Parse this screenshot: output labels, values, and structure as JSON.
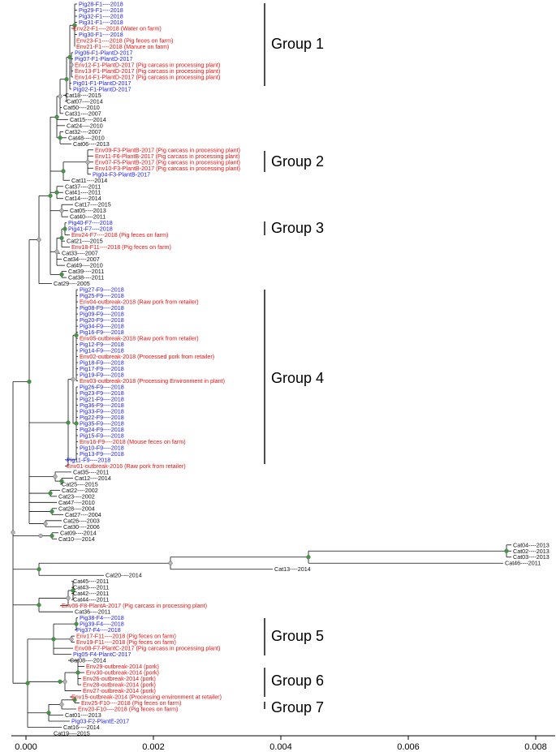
{
  "colors": {
    "blue": "#1a1aff",
    "red": "#ee1111",
    "black": "#111111",
    "node_green": "#3f9a3f",
    "node_gray": "#b4b4b4"
  },
  "leaves": [
    {
      "label": "Pig28-F1----2018",
      "color": "blue"
    },
    {
      "label": "Pig29-F1----2018",
      "color": "blue"
    },
    {
      "label": "Pig32-F1----2018",
      "color": "blue"
    },
    {
      "label": "Pig31-F1----2018",
      "color": "blue"
    },
    {
      "label": "Env22-F1----2018 (Water on farm)",
      "color": "red"
    },
    {
      "label": "Pig30-F1----2018",
      "color": "blue"
    },
    {
      "label": "Env23-F1----2018 (Pig feces on farm)",
      "color": "red"
    },
    {
      "label": "Env21-F1----2018 (Manure on farm)",
      "color": "red"
    },
    {
      "label": "Pig06-F1-PlantD-2017",
      "color": "blue"
    },
    {
      "label": "Pig07-F1-PlantD-2017",
      "color": "blue"
    },
    {
      "label": "Env12-F1-PlantD-2017 (Pig carcass in processing plant)",
      "color": "red"
    },
    {
      "label": "Env13-F1-PlantD-2017 (Pig carcass in processing plant)",
      "color": "red"
    },
    {
      "label": "Env14-F1-PlantD-2017 (Pig carcass in processing plant)",
      "color": "red"
    },
    {
      "label": "Pig01-F1-PlantD-2017",
      "color": "blue"
    },
    {
      "label": "Pig02-F1-PlantD-2017",
      "color": "blue"
    },
    {
      "label": "Cat18----2015",
      "color": "black"
    },
    {
      "label": "Cat07----2014",
      "color": "black"
    },
    {
      "label": "Cat50----2010",
      "color": "black"
    },
    {
      "label": "Cat31----2007",
      "color": "black"
    },
    {
      "label": "Cat15----2014",
      "color": "black"
    },
    {
      "label": "Cat24----2010",
      "color": "black"
    },
    {
      "label": "Cat32----2007",
      "color": "black"
    },
    {
      "label": "Cat48----2010",
      "color": "black"
    },
    {
      "label": "Cat06----2013",
      "color": "black"
    },
    {
      "label": "Env09-F3-PlantB-2017 (Pig carcass in processing plant)",
      "color": "red"
    },
    {
      "label": "Env11-F6-PlantB-2017 (Pig carcass in processing plant)",
      "color": "red"
    },
    {
      "label": "Env07-F5-PlantB-2017 (Pig carcass in processing plant)",
      "color": "red"
    },
    {
      "label": "Env10-F3-PlantB-2017 (Pig carcass in processing plant)",
      "color": "red"
    },
    {
      "label": "Pig04-F3-PlantB-2017",
      "color": "blue"
    },
    {
      "label": "Cat11----2014",
      "color": "black"
    },
    {
      "label": "Cat37----2011",
      "color": "black"
    },
    {
      "label": "Cat41----2011",
      "color": "black"
    },
    {
      "label": "Cat14----2014",
      "color": "black"
    },
    {
      "label": "Cat17----2015",
      "color": "black"
    },
    {
      "label": "Cat05----2013",
      "color": "black"
    },
    {
      "label": "Cat40----2011",
      "color": "black"
    },
    {
      "label": "Pig40-F7----2018",
      "color": "blue"
    },
    {
      "label": "Pig41-F7----2018",
      "color": "blue"
    },
    {
      "label": "Env24-F7----2018 (Pig feces on farm)",
      "color": "red"
    },
    {
      "label": "Cat21----2015",
      "color": "black"
    },
    {
      "label": "Env18-F11----2018 (Pig feces on farm)",
      "color": "red"
    },
    {
      "label": "Cat33----2007",
      "color": "black"
    },
    {
      "label": "Cat34----2007",
      "color": "black"
    },
    {
      "label": "Cat49----2010",
      "color": "black"
    },
    {
      "label": "Cat39----2011",
      "color": "black"
    },
    {
      "label": "Cat38----2011",
      "color": "black"
    },
    {
      "label": "Cat29----2005",
      "color": "black"
    },
    {
      "label": "Pig27-F9----2018",
      "color": "blue"
    },
    {
      "label": "Pig25-F9----2018",
      "color": "blue"
    },
    {
      "label": "Env04-outbreak-2018 (Raw pork from retailer)",
      "color": "red"
    },
    {
      "label": "Pig08-F9----2018",
      "color": "blue"
    },
    {
      "label": "Pig09-F9----2018",
      "color": "blue"
    },
    {
      "label": "Pig20-F9----2018",
      "color": "blue"
    },
    {
      "label": "Pig34-F9----2018",
      "color": "blue"
    },
    {
      "label": "Pig16-F9----2018",
      "color": "blue"
    },
    {
      "label": "Env05-outbreak-2018 (Raw pork from retailer)",
      "color": "red"
    },
    {
      "label": "Pig12-F9----2018",
      "color": "blue"
    },
    {
      "label": "Pig14-F9----2018",
      "color": "blue"
    },
    {
      "label": "Env02-outbreak-2018 (Processed pork from retailer)",
      "color": "red"
    },
    {
      "label": "Pig18-F9----2018",
      "color": "blue"
    },
    {
      "label": "Pig17-F9----2018",
      "color": "blue"
    },
    {
      "label": "Pig19-F9----2018",
      "color": "blue"
    },
    {
      "label": "Env03-outbreak-2018 (Processing Environment in plant)",
      "color": "red"
    },
    {
      "label": "Pig26-F9----2018",
      "color": "blue"
    },
    {
      "label": "Pig23-F9----2018",
      "color": "blue"
    },
    {
      "label": "Pig21-F9----2018",
      "color": "blue"
    },
    {
      "label": "Pig36-F9----2018",
      "color": "blue"
    },
    {
      "label": "Pig33-F9----2018",
      "color": "blue"
    },
    {
      "label": "Pig22-F9----2018",
      "color": "blue"
    },
    {
      "label": "Pig35-F9----2018",
      "color": "blue"
    },
    {
      "label": "Pig24-F9----2018",
      "color": "blue"
    },
    {
      "label": "Pig15-F9----2018",
      "color": "blue"
    },
    {
      "label": "Env16-F9----2018 (Mouse feces on farm)",
      "color": "red"
    },
    {
      "label": "Pig10-F9----2018",
      "color": "blue"
    },
    {
      "label": "Pig13-F9----2018",
      "color": "blue"
    },
    {
      "label": "Pig11-F9----2018",
      "color": "blue"
    },
    {
      "label": "Env01-outbreak-2016 (Raw pork from retailer)",
      "color": "red"
    },
    {
      "label": "Cat35----2011",
      "color": "black"
    },
    {
      "label": "Cat12----2014",
      "color": "black"
    },
    {
      "label": "Cat25----2015",
      "color": "black"
    },
    {
      "label": "Cat22----2002",
      "color": "black"
    },
    {
      "label": "Cat23----2002",
      "color": "black"
    },
    {
      "label": "Cat47----2010",
      "color": "black"
    },
    {
      "label": "Cat28----2004",
      "color": "black"
    },
    {
      "label": "Cat27----2004",
      "color": "black"
    },
    {
      "label": "Cat26----2003",
      "color": "black"
    },
    {
      "label": "Cat30----2006",
      "color": "black"
    },
    {
      "label": "Cat09----2014",
      "color": "black"
    },
    {
      "label": "Cat10----2014",
      "color": "black"
    },
    {
      "label": "Cat04----2013",
      "color": "black"
    },
    {
      "label": "Cat02----2013",
      "color": "black"
    },
    {
      "label": "Cat03----2013",
      "color": "black"
    },
    {
      "label": "Cat46----2011",
      "color": "black"
    },
    {
      "label": "Cat13----2014",
      "color": "black"
    },
    {
      "label": "Cat20----2014",
      "color": "black"
    },
    {
      "label": "Cat45----2011",
      "color": "black"
    },
    {
      "label": "Cat43----2011",
      "color": "black"
    },
    {
      "label": "Cat42----2011",
      "color": "black"
    },
    {
      "label": "Cat44----2011",
      "color": "black"
    },
    {
      "label": "Env06-F8-PlantA-2017 (Pig carcass in processing plant)",
      "color": "red"
    },
    {
      "label": "Cat36----2011",
      "color": "black"
    },
    {
      "label": "Pig38-F4----2018",
      "color": "blue"
    },
    {
      "label": "Pig39-F4----2018",
      "color": "blue"
    },
    {
      "label": "Pig37-F4----2018",
      "color": "blue"
    },
    {
      "label": "Env17-F11----2018 (Pig feces on farm)",
      "color": "red"
    },
    {
      "label": "Env19-F11----2018 (Pig feces on farm)",
      "color": "red"
    },
    {
      "label": "Env08-F7-PlantC-2017 (Pig carcass in processing plant)",
      "color": "red"
    },
    {
      "label": "Pig05-F4-PlantC-2017",
      "color": "blue"
    },
    {
      "label": "Cat08----2014",
      "color": "black"
    },
    {
      "label": "Env29-outbreak-2014 (pork)",
      "color": "red"
    },
    {
      "label": "Env30-outbreak-2014 (pork)",
      "color": "red"
    },
    {
      "label": "Env26-outbreak-2014 (pork)",
      "color": "red"
    },
    {
      "label": "Env28-outbreak-2014 (pork)",
      "color": "red"
    },
    {
      "label": "Env27-outbreak-2014 (pork)",
      "color": "red"
    },
    {
      "label": "Env15-outbreak-2014 (Processing environment at retailer)",
      "color": "red"
    },
    {
      "label": "Env25-F10----2018 (Pig feces on farm)",
      "color": "red"
    },
    {
      "label": "Env20-F10----2018 (Pig feces on farm)",
      "color": "red"
    },
    {
      "label": "Cat01----2013",
      "color": "black"
    },
    {
      "label": "Pig03-F2-PlantE-2017",
      "color": "blue"
    },
    {
      "label": "Cat16----2014",
      "color": "black"
    },
    {
      "label": "Cat19----2015",
      "color": "black"
    }
  ],
  "groups": [
    {
      "label": "Group 1"
    },
    {
      "label": "Group 2"
    },
    {
      "label": "Group 3"
    },
    {
      "label": "Group 4"
    },
    {
      "label": "Group 5"
    },
    {
      "label": "Group 6"
    },
    {
      "label": "Group 7"
    }
  ],
  "axis": {
    "range": [
      0,
      0.008
    ],
    "ticks": [
      "0.000",
      "0.002",
      "0.004",
      "0.006",
      "0.008"
    ]
  }
}
